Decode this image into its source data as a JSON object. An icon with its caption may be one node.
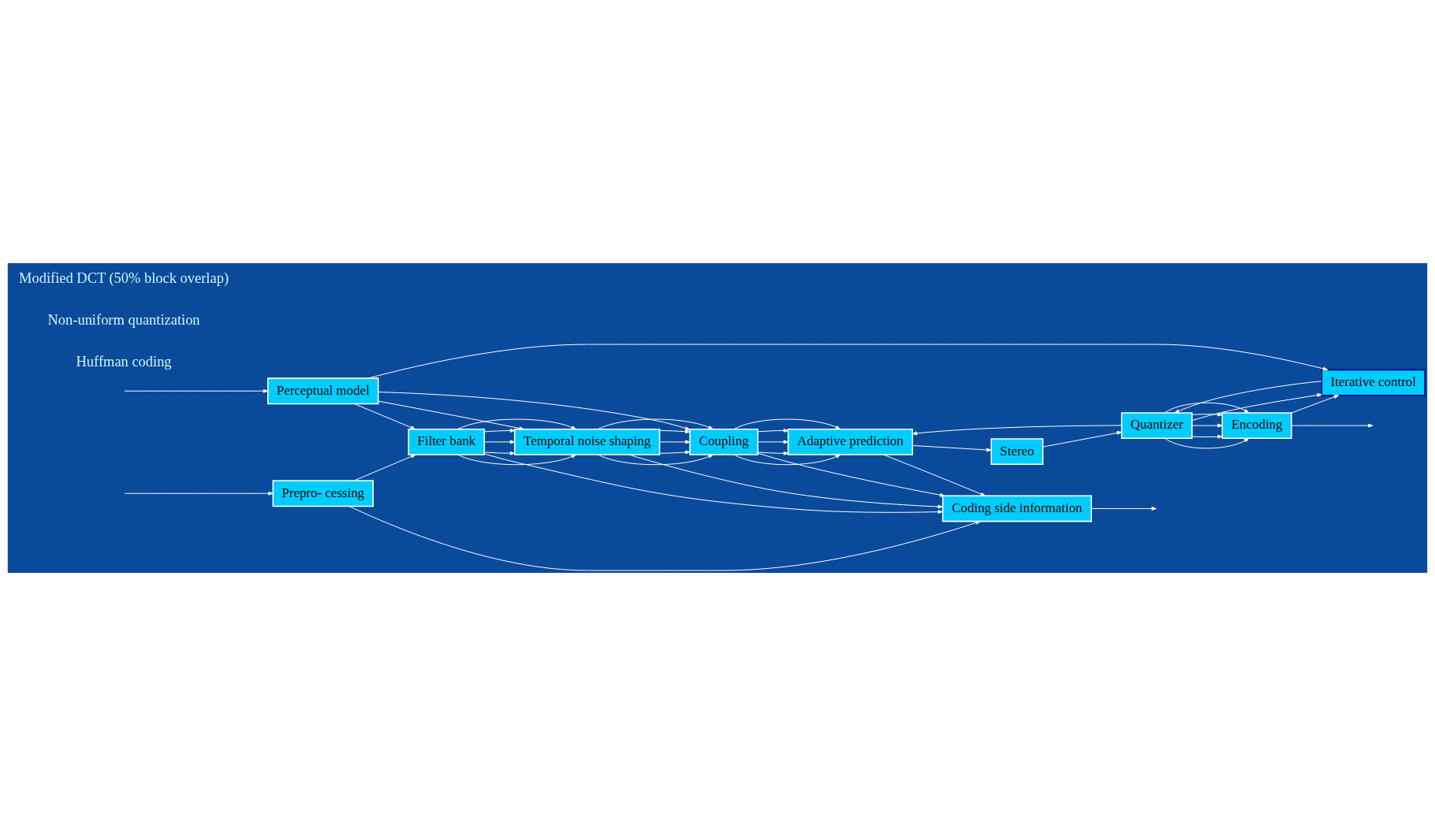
{
  "diagram": {
    "nodes": [
      {
        "text": [
          "Coding side information"
        ]
      },
      {
        "text": [
          "Prepro- cessing"
        ]
      },
      {
        "text": [
          "Filter bank"
        ]
      },
      {
        "text": [
          "Temporal noise shaping"
        ]
      },
      {
        "text": [
          "Coupling"
        ]
      },
      {
        "text": [
          "Adaptive prediction"
        ]
      },
      {
        "text": [
          "Stereo"
        ]
      },
      {
        "text": [
          "Perceptual model"
        ]
      },
      {
        "text": [
          "Quantizer"
        ]
      },
      {
        "text": [
          "Iterative control"
        ]
      },
      {
        "text": [
          "Encoding"
        ]
      }
    ],
    "edges": [
      {
        "from": null,
        "to": 1,
        "arrow": "to"
      },
      {
        "from": null,
        "to": 7,
        "arrow": "to"
      },
      {
        "from": 1,
        "to": 2,
        "arrow": "to"
      },
      {
        "from": 1,
        "to": 0,
        "arrow": "to"
      },
      {
        "from": 2,
        "to": 0,
        "arrow": "to"
      },
      {
        "from": 3,
        "to": 0,
        "arrow": "to"
      },
      {
        "from": 4,
        "to": 0,
        "arrow": "to"
      },
      {
        "from": 5,
        "to": 0,
        "arrow": "to"
      },
      {
        "from": 0,
        "to": null,
        "arrow": "to"
      },
      {
        "from": 2,
        "to": 3,
        "arrow": "to"
      },
      {
        "from": 2,
        "to": 3,
        "arrow": "to"
      },
      {
        "from": 2,
        "to": 3,
        "arrow": "to"
      },
      {
        "from": 2,
        "to": 3,
        "arrow": "to"
      },
      {
        "from": 2,
        "to": 3,
        "arrow": "to"
      },
      {
        "from": 3,
        "to": 4,
        "arrow": "to"
      },
      {
        "from": 3,
        "to": 4,
        "arrow": "to"
      },
      {
        "from": 3,
        "to": 4,
        "arrow": "to"
      },
      {
        "from": 3,
        "to": 4,
        "arrow": "to"
      },
      {
        "from": 3,
        "to": 4,
        "arrow": "to"
      },
      {
        "from": 4,
        "to": 5,
        "arrow": "to"
      },
      {
        "from": 4,
        "to": 5,
        "arrow": "to"
      },
      {
        "from": 4,
        "to": 5,
        "arrow": "to"
      },
      {
        "from": 4,
        "to": 5,
        "arrow": "to"
      },
      {
        "from": 4,
        "to": 5,
        "arrow": "to"
      },
      {
        "from": 5,
        "to": 6,
        "arrow": "to"
      },
      {
        "from": 6,
        "to": 8,
        "arrow": "to"
      },
      {
        "from": 8,
        "to": 5,
        "arrow": "to"
      },
      {
        "from": 7,
        "to": 2,
        "arrow": "to"
      },
      {
        "from": 7,
        "to": 3,
        "arrow": "to"
      },
      {
        "from": 7,
        "to": 4,
        "arrow": "to"
      },
      {
        "from": 7,
        "to": 9,
        "arrow": "to"
      },
      {
        "from": 9,
        "to": 8,
        "arrow": "to"
      },
      {
        "from": 8,
        "to": 9,
        "arrow": "to"
      },
      {
        "from": 8,
        "to": 10,
        "arrow": "to"
      },
      {
        "from": 8,
        "to": 10,
        "arrow": "to"
      },
      {
        "from": 8,
        "to": 10,
        "arrow": "to"
      },
      {
        "from": 8,
        "to": 10,
        "arrow": "to"
      },
      {
        "from": 8,
        "to": 10,
        "arrow": "to"
      },
      {
        "from": 10,
        "to": 9,
        "arrow": "to"
      },
      {
        "from": 10,
        "to": null,
        "arrow": "to"
      }
    ],
    "labels": [
      "Modified DCT (50% block overlap)",
      "Non-uniform quantization",
      "Huffman coding"
    ]
  }
}
